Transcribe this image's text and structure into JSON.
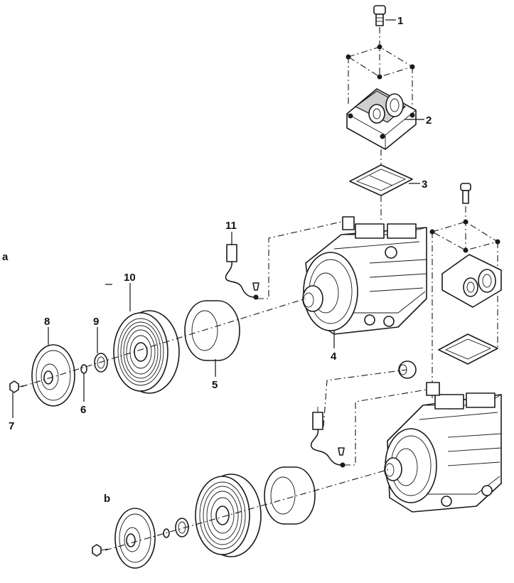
{
  "section_labels": {
    "a": "a",
    "b": "b"
  },
  "callouts": [
    {
      "id": "1",
      "text": "1"
    },
    {
      "id": "2",
      "text": "2"
    },
    {
      "id": "3",
      "text": "3"
    },
    {
      "id": "4",
      "text": "4"
    },
    {
      "id": "5",
      "text": "5"
    },
    {
      "id": "6",
      "text": "6"
    },
    {
      "id": "7",
      "text": "7"
    },
    {
      "id": "8",
      "text": "8"
    },
    {
      "id": "9",
      "text": "9"
    },
    {
      "id": "10",
      "text": "10"
    },
    {
      "id": "11",
      "text": "11"
    }
  ]
}
